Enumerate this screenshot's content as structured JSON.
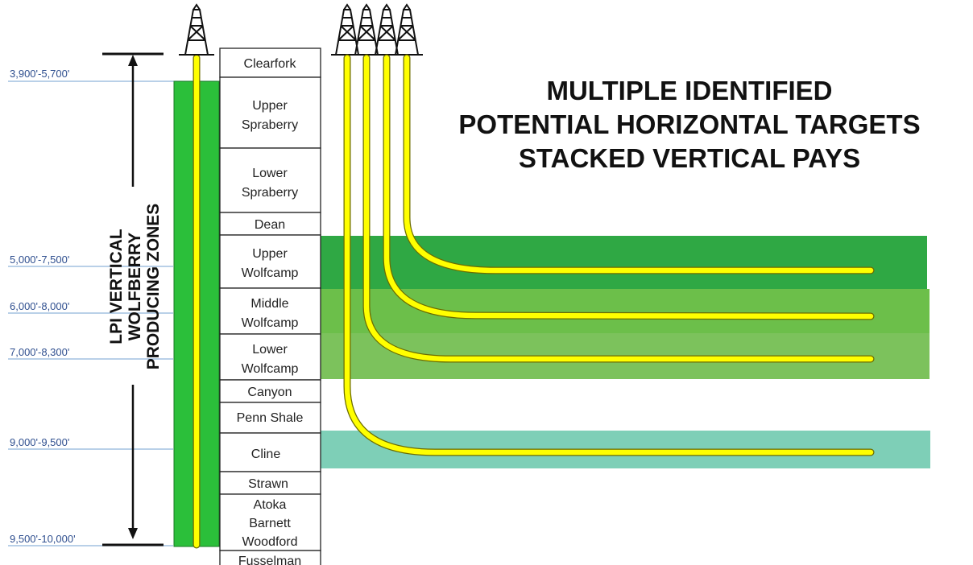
{
  "title_lines": [
    "MULTIPLE IDENTIFIED",
    "POTENTIAL HORIZONTAL TARGETS",
    "STACKED VERTICAL PAYS"
  ],
  "vertical_label_lines": [
    "LPI VERTICAL",
    "WOLFBERRY",
    "PRODUCING ZONES"
  ],
  "depth_labels": [
    "3,900'-5,700'",
    "5,000'-7,500'",
    "6,000'-8,000'",
    "7,000'-8,300'",
    "9,000'-9,500'",
    "9,500'-10,000'"
  ],
  "formations": [
    {
      "lines": [
        "Clearfork"
      ]
    },
    {
      "lines": [
        "Upper",
        "Spraberry"
      ]
    },
    {
      "lines": [
        "Lower",
        "Spraberry"
      ]
    },
    {
      "lines": [
        "Dean"
      ]
    },
    {
      "lines": [
        "Upper",
        "Wolfcamp"
      ]
    },
    {
      "lines": [
        "Middle",
        "Wolfcamp"
      ]
    },
    {
      "lines": [
        "Lower",
        "Wolfcamp"
      ]
    },
    {
      "lines": [
        "Canyon"
      ]
    },
    {
      "lines": [
        "Penn Shale"
      ]
    },
    {
      "lines": [
        "Cline"
      ]
    },
    {
      "lines": [
        "Strawn"
      ]
    },
    {
      "lines": [
        "Atoka",
        "Barnett",
        "Woodford"
      ]
    },
    {
      "lines": [
        "Fusselman"
      ]
    }
  ],
  "colors": {
    "vertical_zone": "#2bbf3a",
    "upper_wolfcamp": "#2fa844",
    "middle_wolfcamp": "#6cbf4a",
    "lower_wolfcamp": "#7cc25c",
    "cline": "#7ecfb7",
    "pipe": "#ffff00",
    "depth_text": "#2f4f8f"
  },
  "icons": {
    "drilling_rig": "drilling-rig-icon"
  }
}
